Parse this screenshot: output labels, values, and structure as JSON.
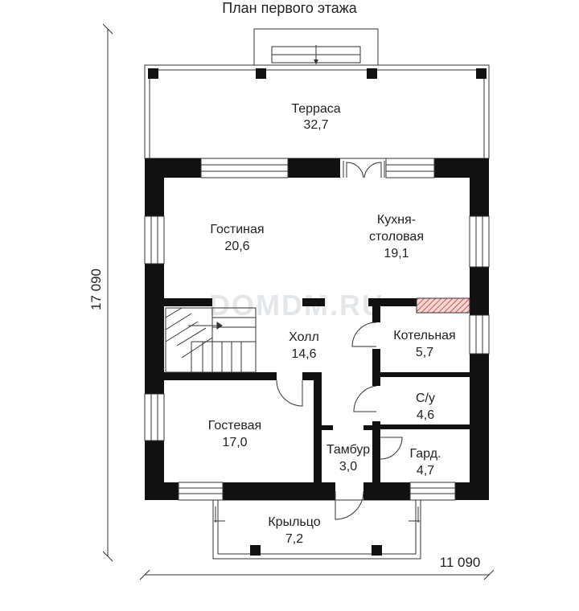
{
  "title": "План первого этажа",
  "watermark": "DOMDM.RU",
  "dimensions": {
    "height": "17 090",
    "width": "11 090"
  },
  "rooms": [
    {
      "id": "terrace",
      "name": "Терраса",
      "area": "32,7"
    },
    {
      "id": "living",
      "name": "Гостиная",
      "area": "20,6"
    },
    {
      "id": "kitchen",
      "name_line1": "Кухня-",
      "name_line2": "столовая",
      "area": "19,1"
    },
    {
      "id": "hall",
      "name": "Холл",
      "area": "14,6"
    },
    {
      "id": "boiler",
      "name": "Котельная",
      "area": "5,7"
    },
    {
      "id": "bath",
      "name": "С/у",
      "area": "4,6"
    },
    {
      "id": "guest",
      "name": "Гостевая",
      "area": "17,0"
    },
    {
      "id": "vestibule",
      "name": "Тамбур",
      "area": "3,0"
    },
    {
      "id": "wardrobe",
      "name": "Гард.",
      "area": "4,7"
    },
    {
      "id": "porch",
      "name": "Крыльцо",
      "area": "7,2"
    }
  ]
}
